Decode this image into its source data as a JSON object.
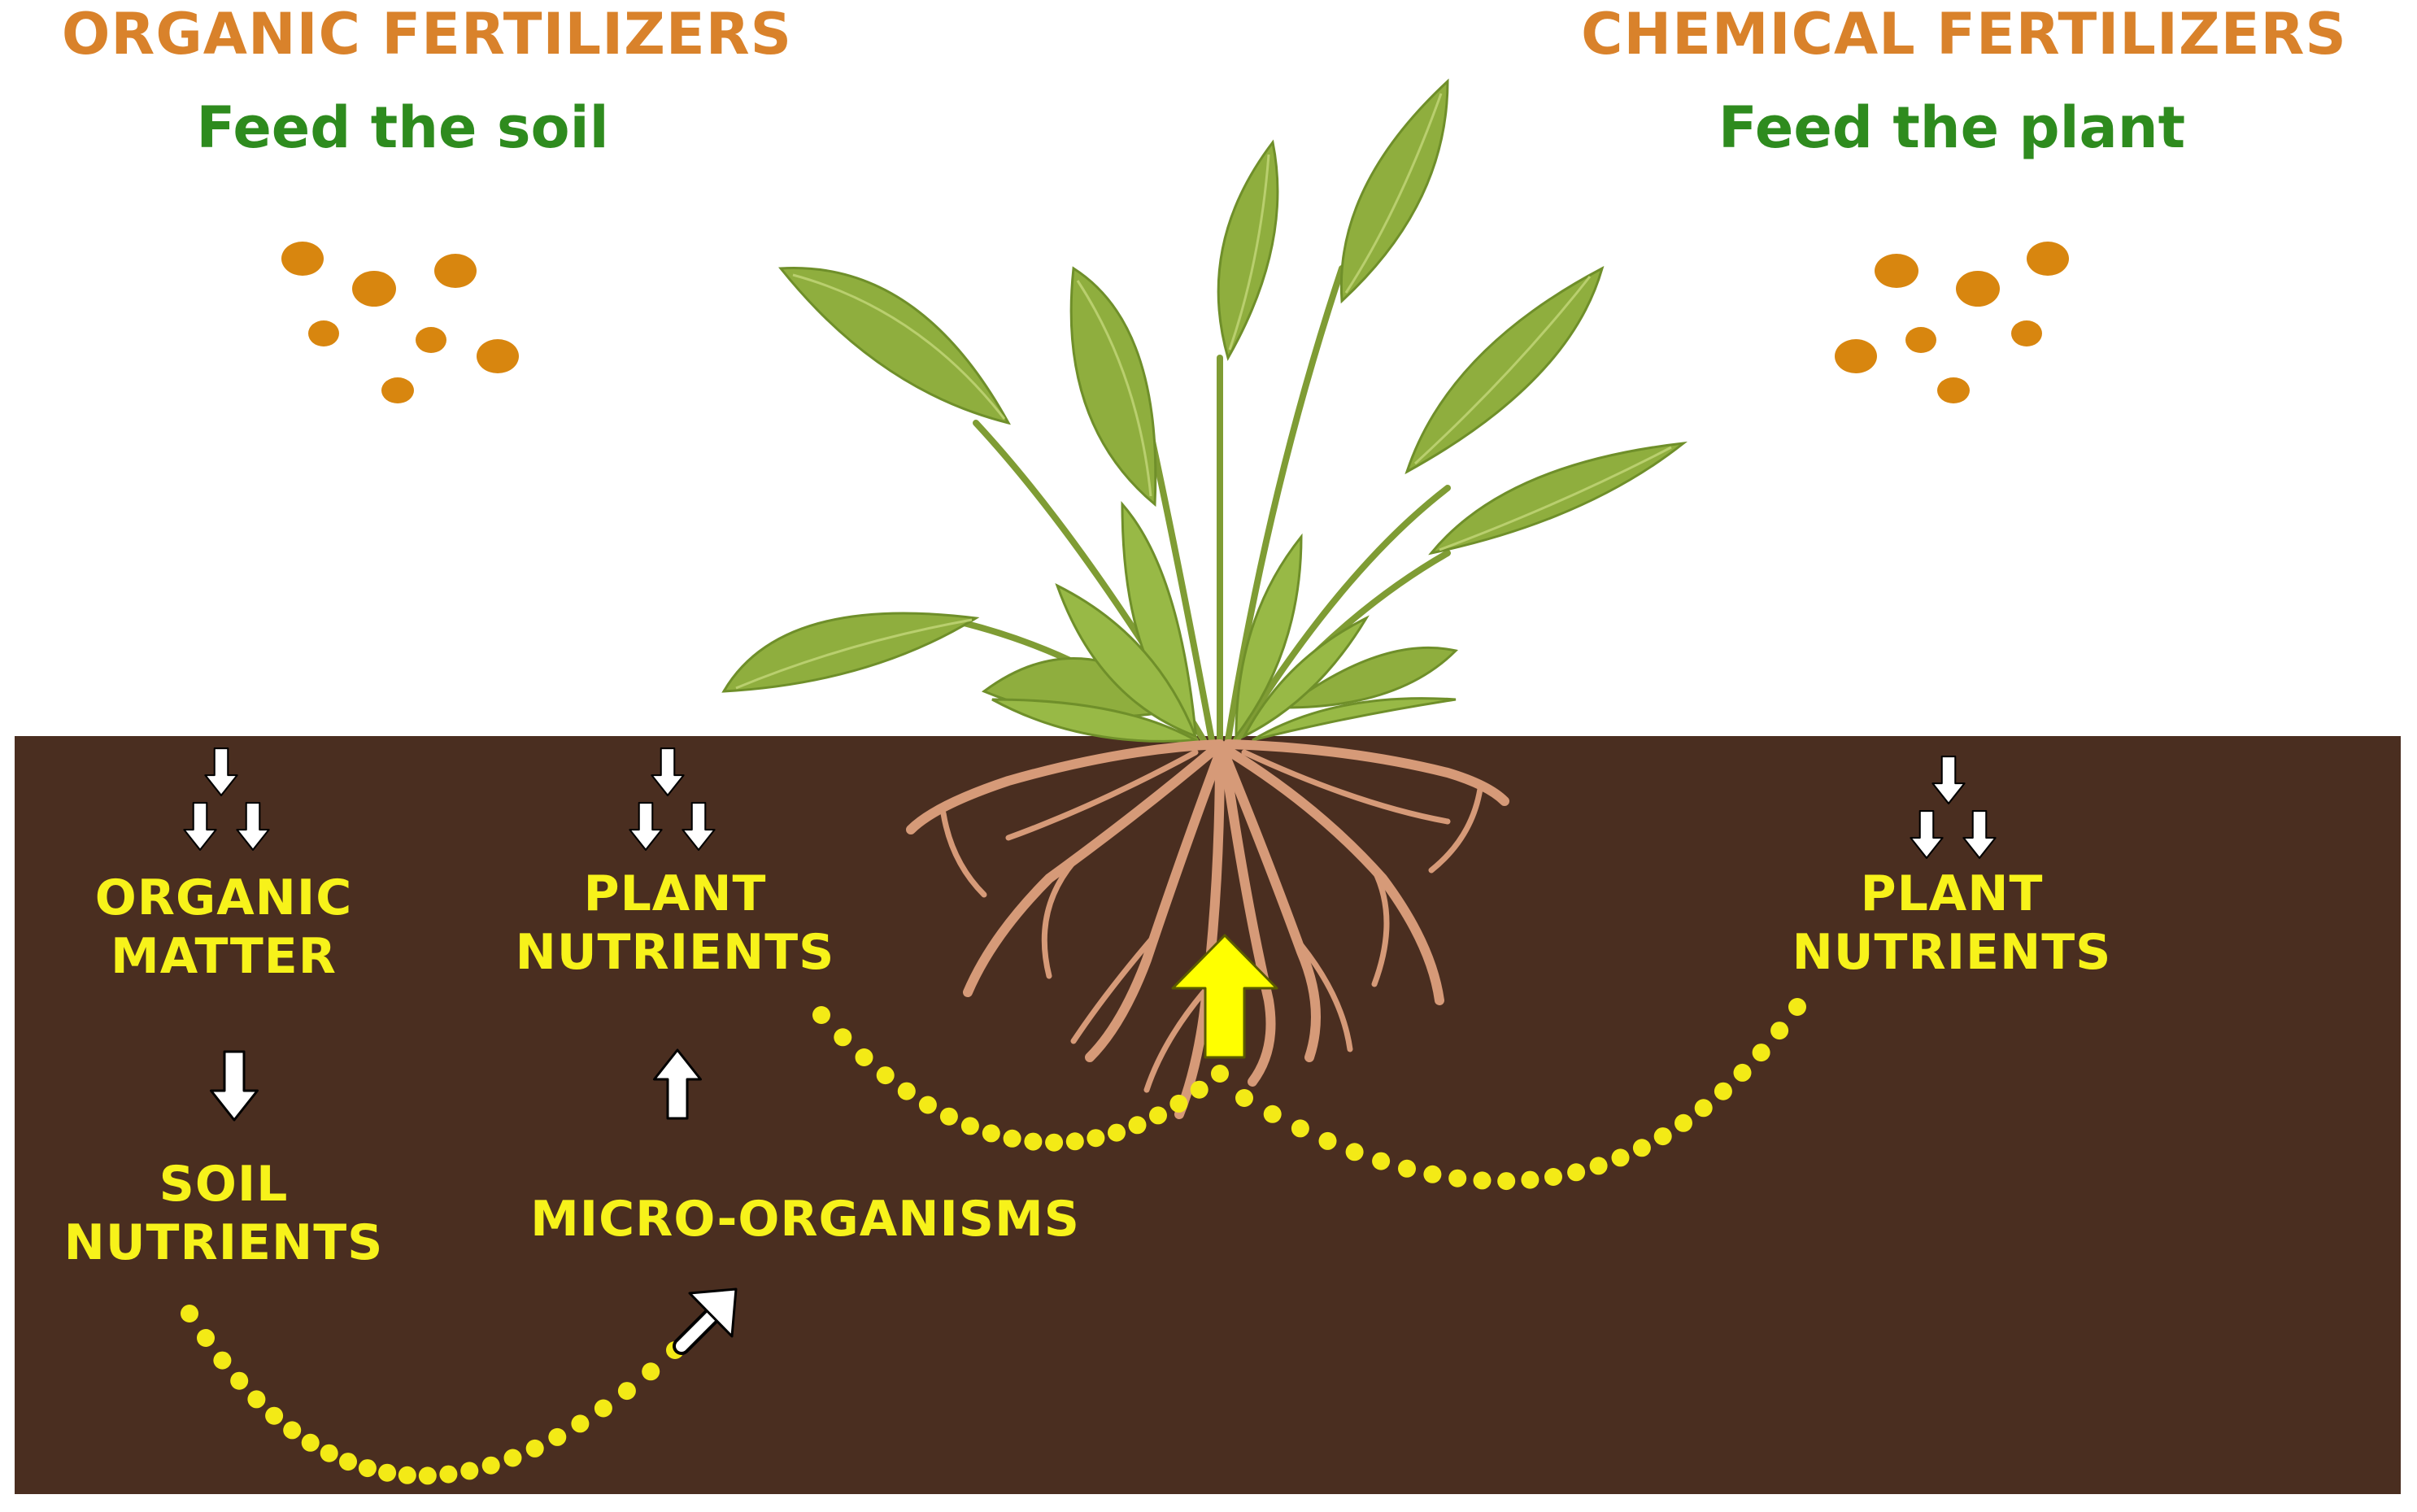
{
  "colors": {
    "heading": "#d9822b",
    "subheading": "#2e8b1e",
    "soil": "#4a2e20",
    "label": "#f7f21a",
    "arrow": "#ffffff",
    "dots": "#f3ea16",
    "granule": "#d8860f",
    "leaf": "#8fae3e",
    "root": "#d69a78",
    "big_arrow": "#ffff00"
  },
  "organic": {
    "title": "ORGANIC FERTILIZERS",
    "subtitle": "Feed the soil",
    "organic_matter": [
      "ORGANIC",
      "MATTER"
    ],
    "soil_nutrients": [
      "SOIL",
      "NUTRIENTS"
    ],
    "plant_nutrients": [
      "PLANT",
      "NUTRIENTS"
    ],
    "micro_organisms": "MICRO-ORGANISMS"
  },
  "chemical": {
    "title": "CHEMICAL FERTILIZERS",
    "subtitle": "Feed the plant",
    "plant_nutrients": [
      "PLANT",
      "NUTRIENTS"
    ]
  },
  "icons": {
    "granules": "fertilizer-granules-icon",
    "plant": "plant-icon",
    "roots": "roots-icon",
    "arrow_down": "arrow-down-icon",
    "arrow_up": "arrow-up-icon",
    "curved_arrow": "curved-arrow-icon"
  }
}
